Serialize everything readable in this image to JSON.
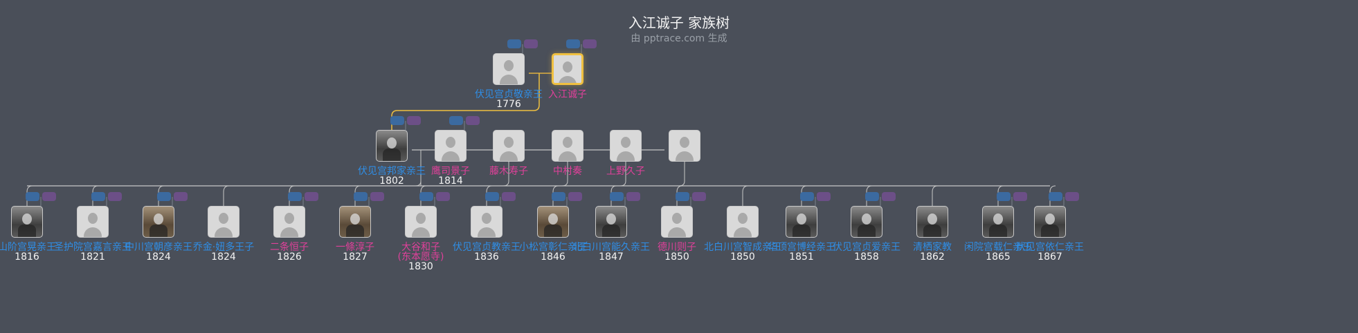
{
  "header": {
    "title": "入江诚子 家族树",
    "subtitle": "由 pptrace.com 生成"
  },
  "colors": {
    "background": "#4a4f59",
    "male": "#2f8ee6",
    "female": "#e0409a",
    "selected": "#f0c040",
    "parents_button": "#3b6aa0",
    "spouse_button": "#6c4f87"
  },
  "generations": [
    [
      {
        "name": "伏见宫贞敬亲王",
        "year": "1776",
        "gender": "m",
        "photo": false,
        "buttons": true
      },
      {
        "name": "入江诚子",
        "year": "",
        "gender": "f",
        "photo": false,
        "buttons": true,
        "selected": true
      }
    ],
    [
      {
        "name": "伏见宫邦家亲王",
        "year": "1802",
        "gender": "m",
        "photo": true,
        "buttons": true
      },
      {
        "name": "鹰司景子",
        "year": "1814",
        "gender": "f",
        "photo": false,
        "buttons": true
      },
      {
        "name": "藤木寿子",
        "year": "",
        "gender": "f",
        "photo": false,
        "buttons": false
      },
      {
        "name": "中村奏",
        "year": "",
        "gender": "f",
        "photo": false,
        "buttons": false
      },
      {
        "name": "上野久子",
        "year": "",
        "gender": "f",
        "photo": false,
        "buttons": false
      },
      {
        "name": "",
        "year": "",
        "gender": "f",
        "photo": false,
        "buttons": false
      }
    ],
    [
      {
        "name": "山阶宫晃亲王",
        "year": "1816",
        "gender": "m",
        "photo": true,
        "buttons": true
      },
      {
        "name": "圣护院宫嘉言亲王",
        "year": "1821",
        "gender": "m",
        "photo": false,
        "buttons": true
      },
      {
        "name": "中川宫朝彦亲王",
        "year": "1824",
        "gender": "m",
        "photo": "sepia",
        "buttons": true
      },
      {
        "name": "乔金·妞多王子",
        "year": "1824",
        "gender": "m",
        "photo": false,
        "buttons": false
      },
      {
        "name": "二条恒子",
        "year": "1826",
        "gender": "f",
        "photo": false,
        "buttons": true
      },
      {
        "name": "一條淳子",
        "year": "1827",
        "gender": "f",
        "photo": "sepia",
        "buttons": true
      },
      {
        "name": "大谷和子",
        "name2": "(东本愿寺)",
        "year": "1830",
        "gender": "f",
        "photo": false,
        "buttons": true
      },
      {
        "name": "伏见宫贞教亲王",
        "year": "1836",
        "gender": "m",
        "photo": false,
        "buttons": true
      },
      {
        "name": "小松宫彰仁亲王",
        "year": "1846",
        "gender": "m",
        "photo": "sepia",
        "buttons": true
      },
      {
        "name": "北白川宫能久亲王",
        "year": "1847",
        "gender": "m",
        "photo": true,
        "buttons": true
      },
      {
        "name": "德川则子",
        "year": "1850",
        "gender": "f",
        "photo": false,
        "buttons": true
      },
      {
        "name": "北白川宫智成亲王",
        "year": "1850",
        "gender": "m",
        "photo": false,
        "buttons": false
      },
      {
        "name": "华顶宫博经亲王",
        "year": "1851",
        "gender": "m",
        "photo": true,
        "buttons": true
      },
      {
        "name": "伏见宫贞爱亲王",
        "year": "1858",
        "gender": "m",
        "photo": true,
        "buttons": true
      },
      {
        "name": "清栖家教",
        "year": "1862",
        "gender": "m",
        "photo": true,
        "buttons": false
      },
      {
        "name": "闲院宫载仁亲王",
        "year": "1865",
        "gender": "m",
        "photo": true,
        "buttons": true
      },
      {
        "name": "伏见宫依仁亲王",
        "year": "1867",
        "gender": "m",
        "photo": true,
        "buttons": true
      }
    ]
  ]
}
